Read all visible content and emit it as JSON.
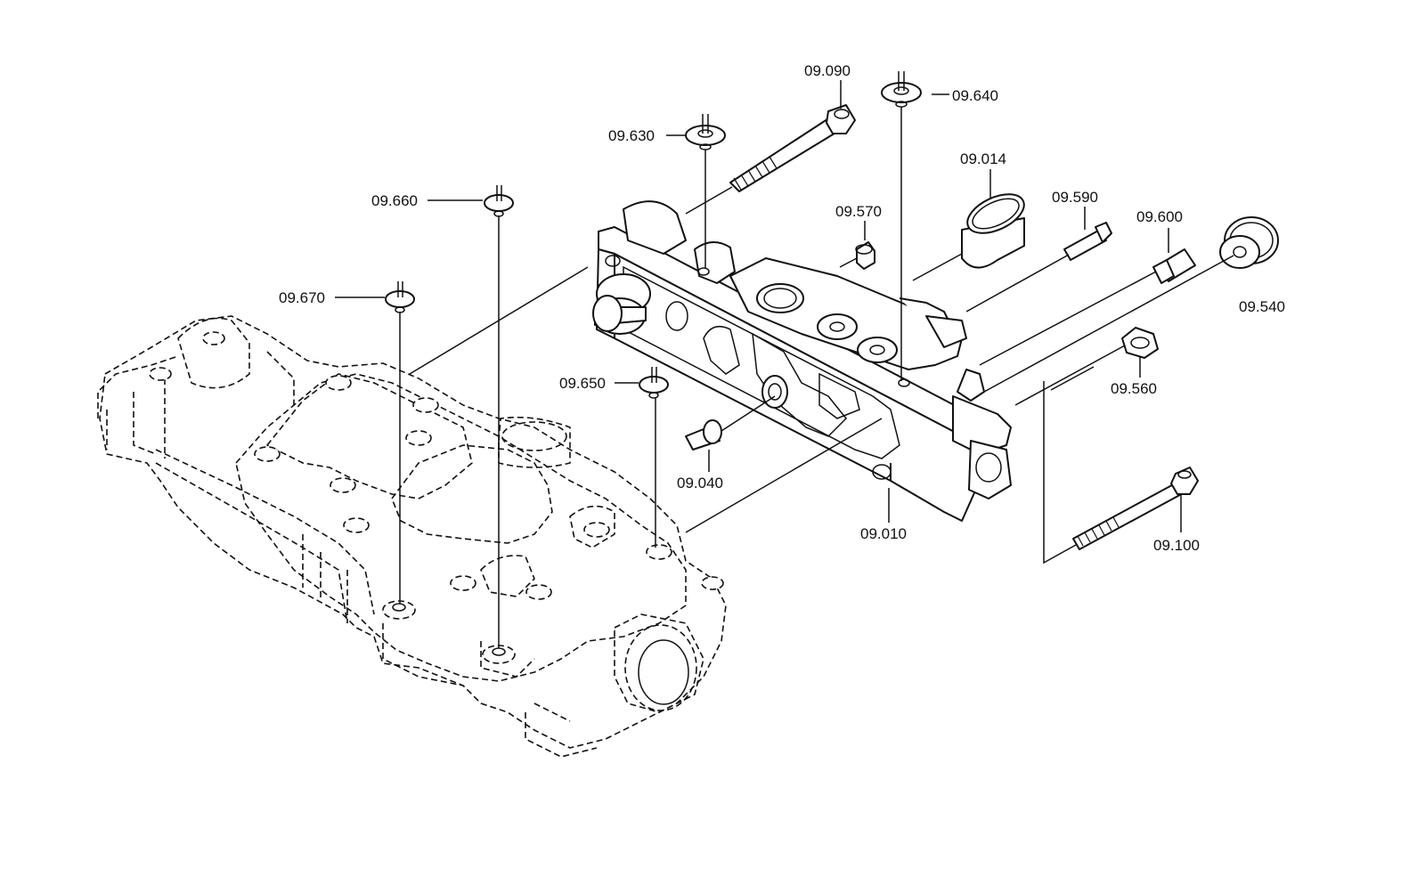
{
  "diagram": {
    "callouts": [
      {
        "id": "09.090",
        "label": "09.090"
      },
      {
        "id": "09.640",
        "label": "09.640"
      },
      {
        "id": "09.630",
        "label": "09.630"
      },
      {
        "id": "09.014",
        "label": "09.014"
      },
      {
        "id": "09.660",
        "label": "09.660"
      },
      {
        "id": "09.570",
        "label": "09.570"
      },
      {
        "id": "09.590",
        "label": "09.590"
      },
      {
        "id": "09.600",
        "label": "09.600"
      },
      {
        "id": "09.670",
        "label": "09.670"
      },
      {
        "id": "09.540",
        "label": "09.540"
      },
      {
        "id": "09.650",
        "label": "09.650"
      },
      {
        "id": "09.560",
        "label": "09.560"
      },
      {
        "id": "09.040",
        "label": "09.040"
      },
      {
        "id": "09.010",
        "label": "09.010"
      },
      {
        "id": "09.100",
        "label": "09.100"
      }
    ]
  }
}
